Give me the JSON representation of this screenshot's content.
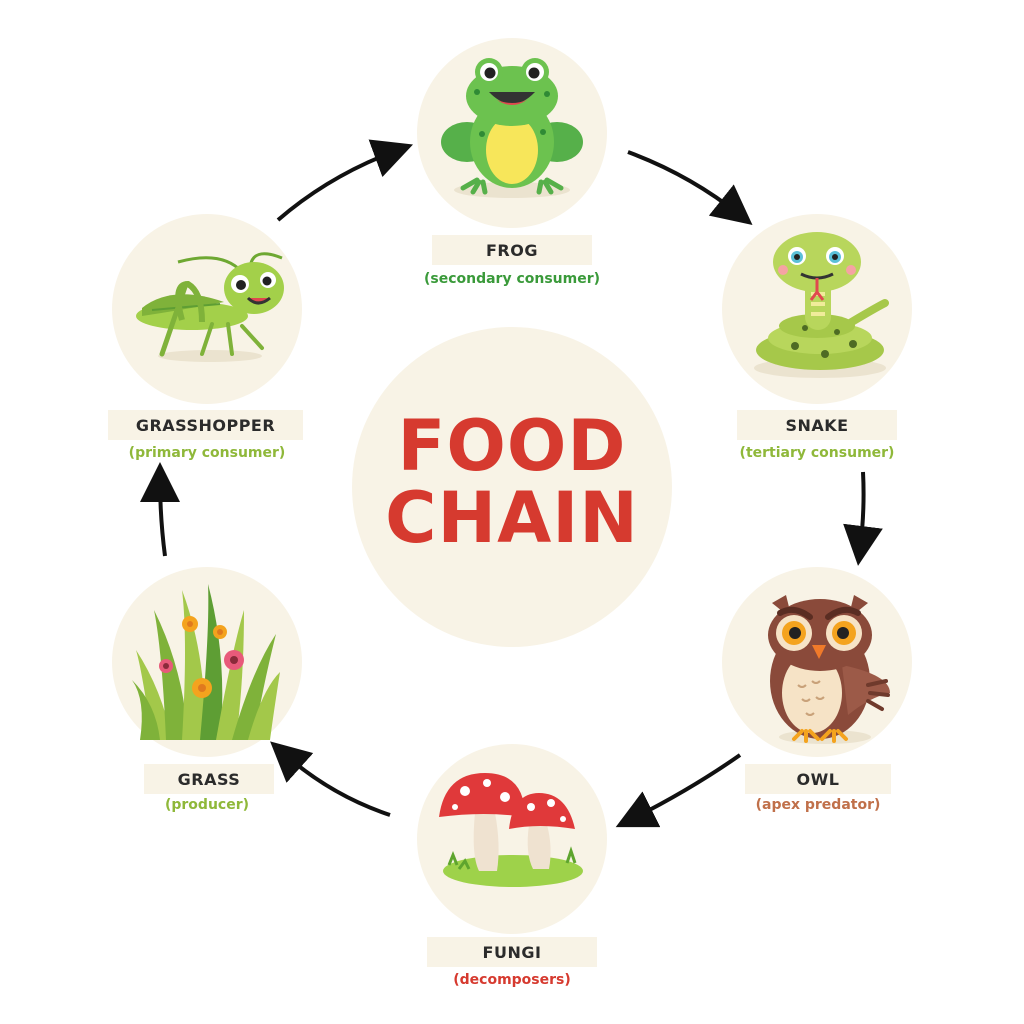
{
  "title_line1": "FOOD",
  "title_line2": "CHAIN",
  "colors": {
    "title": "#d63a2f",
    "circle": "#f8f3e6",
    "consumer_green": "#3a9a3a",
    "primary_green": "#8fb83a",
    "tertiary_green": "#8fb83a",
    "apex": "#c0704a",
    "decomposer": "#d63a2f"
  },
  "nodes": {
    "frog": {
      "name": "FROG",
      "role": "(secondary consumer)",
      "icon": "frog-icon"
    },
    "snake": {
      "name": "SNAKE",
      "role": "(tertiary consumer)",
      "icon": "snake-icon"
    },
    "owl": {
      "name": "OWL",
      "role": "(apex predator)",
      "icon": "owl-icon"
    },
    "fungi": {
      "name": "FUNGI",
      "role": "(decomposers)",
      "icon": "mushroom-icon"
    },
    "grass": {
      "name": "GRASS",
      "role": "(producer)",
      "icon": "grass-icon"
    },
    "grasshopper": {
      "name": "GRASSHOPPER",
      "role": "(primary consumer)",
      "icon": "grasshopper-icon"
    }
  }
}
